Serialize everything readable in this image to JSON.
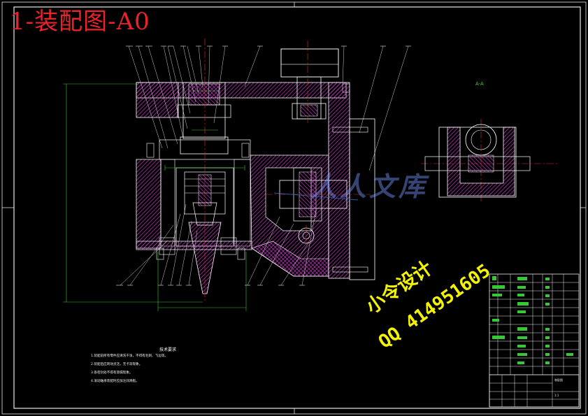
{
  "drawing_title": "1-装配图-A0",
  "section_view_label": "A-A",
  "technical_requirements": {
    "heading": "技术要求",
    "notes": [
      "1.装配前所有零件应清洗干净，不得有毛刺、飞边等。",
      "2.装配后应转动灵活，无卡滞现象。",
      "3.各密封处不得有渗漏现象。",
      "4.滚动轴承装配时应加注润滑脂。"
    ]
  },
  "watermark": {
    "line1": "小令设计",
    "line2": "QQ 414951605",
    "logo": "人人文库"
  },
  "title_block": {
    "drawing_name": "装配图",
    "scale": "1:1"
  },
  "colors": {
    "background": "#000000",
    "outline": "#ffffff",
    "frame": "#e8e8e8",
    "hatch": "#d33bd3",
    "dimension": "#36c936",
    "centerline": "#e03030",
    "watermark": "#f4f400",
    "title": "#e8232b"
  }
}
